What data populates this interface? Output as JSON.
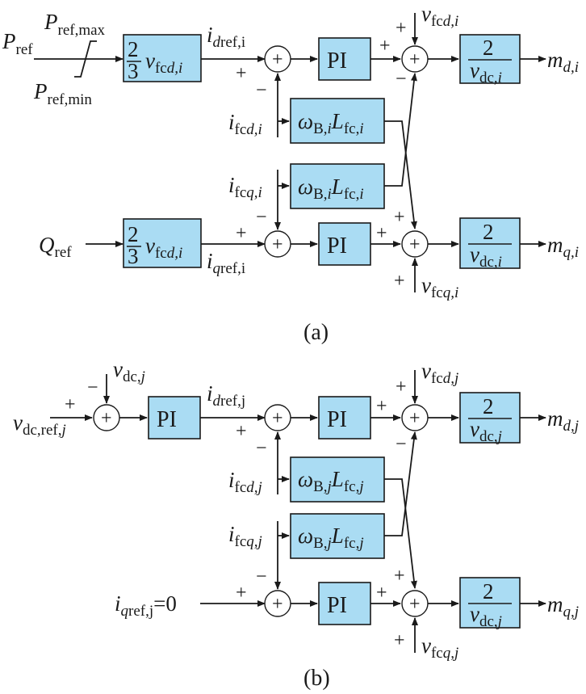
{
  "panel_a": {
    "caption": "(a)",
    "pi_label": "PI",
    "two": "2",
    "three": "3",
    "P_ref": "P",
    "P_ref_sub": "ref",
    "P_max": "P",
    "P_max_sub": "ref,max",
    "P_min": "P",
    "P_min_sub": "ref,min",
    "Q_ref": "Q",
    "Q_ref_sub": "ref",
    "v_fcd": "v",
    "v_fcd_sub_a": "fc",
    "v_fcd_sub_b": "d,i",
    "i_dref": "i",
    "i_dref_sub_a": "d",
    "i_dref_sub_b": "ref,i",
    "i_qref": "i",
    "i_qref_sub_a": "q",
    "i_qref_sub_b": "ref,i",
    "i_fcd": "i",
    "i_fcd_sub_a": "fc",
    "i_fcd_sub_b": "d,i",
    "i_fcq": "i",
    "i_fcq_sub_a": "fc",
    "i_fcq_sub_b": "q,i",
    "v_fcq": "v",
    "v_fcq_sub_a": "fc",
    "v_fcq_sub_b": "q,i",
    "omega": "ω",
    "omega_sub": "B,",
    "omega_sub_i": "i",
    "L": "L",
    "L_sub": "fc,",
    "L_sub_i": "i",
    "v_dc": "v",
    "v_dc_sub": "dc,",
    "v_dc_sub_i": "i",
    "m_d": "m",
    "m_d_sub": "d,i",
    "m_q": "m",
    "m_q_sub": "q,i",
    "plus": "+",
    "minus": "−"
  },
  "panel_b": {
    "caption": "(b)",
    "pi_label": "PI",
    "two": "2",
    "v_dc_j": "v",
    "v_dc_j_sub": "dc,",
    "v_dc_j_sub_j": "j",
    "v_dcref": "v",
    "v_dcref_sub": "dc,ref,",
    "v_dcref_sub_j": "j",
    "i_dref": "i",
    "i_dref_sub_a": "d",
    "i_dref_sub_b": "ref,j",
    "i_qref0": "i",
    "i_qref0_sub_a": "q",
    "i_qref0_sub_b": "ref,j",
    "i_qref0_eq": "=0",
    "v_fcd": "v",
    "v_fcd_sub_a": "fc",
    "v_fcd_sub_b": "d,j",
    "i_fcd": "i",
    "i_fcd_sub_a": "fc",
    "i_fcd_sub_b": "d,j",
    "i_fcq": "i",
    "i_fcq_sub_a": "fc",
    "i_fcq_sub_b": "q,j",
    "v_fcq": "v",
    "v_fcq_sub_a": "fc",
    "v_fcq_sub_b": "q,j",
    "omega": "ω",
    "omega_sub": "B,",
    "omega_sub_j": "j",
    "L": "L",
    "L_sub": "fc,",
    "L_sub_j": "j",
    "v_dc": "v",
    "v_dc_sub": "dc,",
    "v_dc_sub_j": "j",
    "m_d": "m",
    "m_d_sub": "d,j",
    "m_q": "m",
    "m_q_sub": "q,j",
    "plus": "+",
    "minus": "−"
  }
}
